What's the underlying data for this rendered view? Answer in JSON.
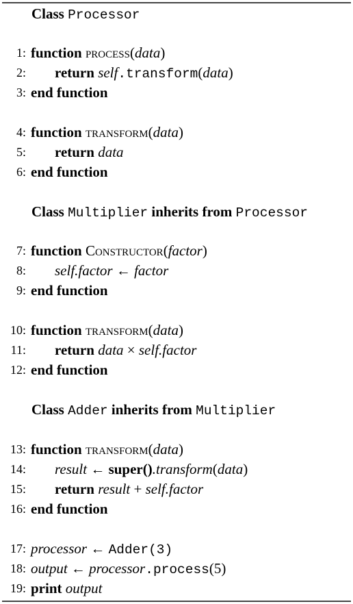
{
  "kw": {
    "class": "Class",
    "function": "function",
    "return": "return",
    "end_function": "end function",
    "inherits_from": "inherits from",
    "print": "print",
    "super": "super"
  },
  "sections": [
    {
      "class_name": "Processor"
    },
    {
      "class_name": "Multiplier",
      "parent": "Processor"
    },
    {
      "class_name": "Adder",
      "parent": "Multiplier"
    }
  ],
  "functions": {
    "process": "process",
    "transform": "transform",
    "constructor": "Constructor",
    "transform_method": "transform"
  },
  "vars": {
    "data": "data",
    "self": "self",
    "factor": "factor",
    "result": "result",
    "processor": "processor",
    "output": "output",
    "transform_italic": "transform"
  },
  "literals": {
    "adder_call": "Adder(3)",
    "process_method": "process",
    "five": "5"
  },
  "symbols": {
    "arrow": "←",
    "times": "×",
    "plus": "+",
    "dot": "."
  },
  "line_numbers": [
    "1:",
    "2:",
    "3:",
    "4:",
    "5:",
    "6:",
    "7:",
    "8:",
    "9:",
    "10:",
    "11:",
    "12:",
    "13:",
    "14:",
    "15:",
    "16:",
    "17:",
    "18:",
    "19:"
  ]
}
